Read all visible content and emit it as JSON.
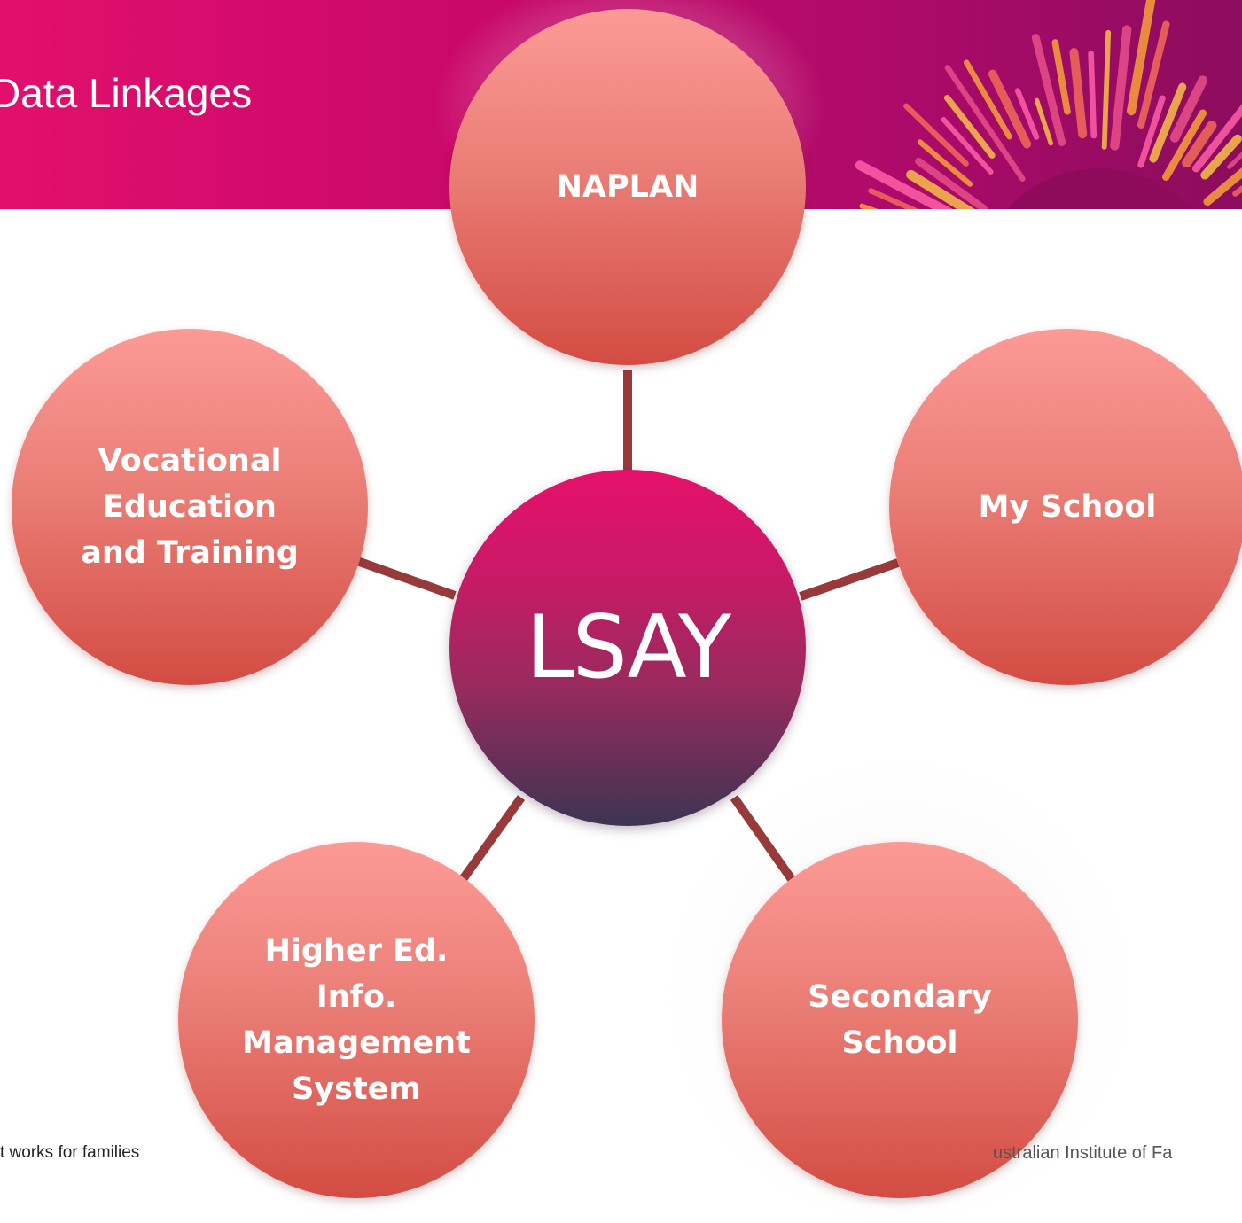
{
  "header": {
    "title": "Data Linkages"
  },
  "diagram": {
    "center": "LSAY",
    "nodes": [
      {
        "id": "naplan",
        "label": "NAPLAN"
      },
      {
        "id": "my-school",
        "label": "My School"
      },
      {
        "id": "secondary-school",
        "label": "Secondary\nSchool"
      },
      {
        "id": "higher-ed",
        "label": "Higher Ed.\nInfo.\nManagement\nSystem"
      },
      {
        "id": "vet",
        "label": "Vocational\nEducation\nand Training"
      }
    ]
  },
  "footer": {
    "left_text": "t works for families",
    "right_text": "ustralian Institute of Fa"
  },
  "colors": {
    "banner": "#e20f6d",
    "node_top": "#fd9a96",
    "node_bottom": "#d34c43",
    "center_top": "#e6106b",
    "center_bottom": "#3d3452",
    "connector": "#983a3a"
  }
}
